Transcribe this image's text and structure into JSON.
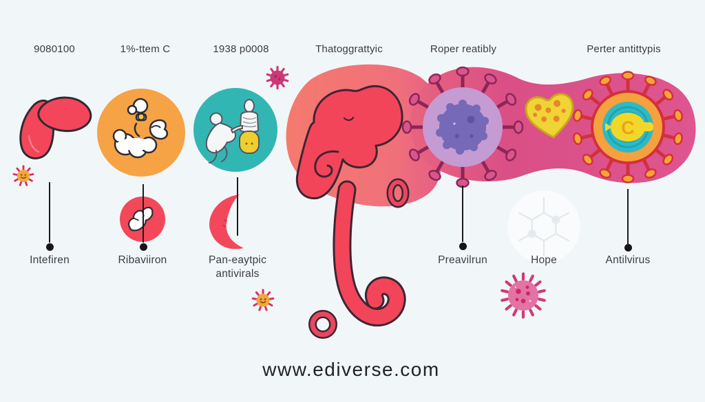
{
  "page": {
    "background": "#F1F6F8",
    "website": "www.ediverse.com"
  },
  "timeline": {
    "top_labels": [
      "9080100",
      "1%-ttem C",
      "1938 p0008",
      "Thatoggrattyic",
      "Roper reatibly",
      "Perter antittypis"
    ],
    "bottom_labels": [
      "Intefiren",
      "Ribaviiron",
      "Pan-eaytpic",
      "antivirals",
      "Preavilrun",
      "Hope",
      "Antilvirus"
    ]
  },
  "antivirus": {
    "center_letter": "C"
  },
  "icons": [
    "liver-icon",
    "smiley-virus-icon",
    "strength-cloud-icon",
    "handshake-icon",
    "patient-exam-icon",
    "crescent-icon",
    "magenta-virus-icon",
    "liver-tail-blob-icon",
    "oval-ring-icon",
    "circle-ring-icon",
    "purple-virus-icon",
    "spotted-heart-icon",
    "geodesic-sphere-icon",
    "pink-virus-icon",
    "antivirus-virus-icon"
  ],
  "colors": {
    "red": "#F2465A",
    "salmon": "#F4786D",
    "orange_circle": "#F5A345",
    "teal_circle": "#32B6B4",
    "magenta_band": "#D9518A",
    "lavender": "#C49BD3",
    "purple_virus": "#7669B7",
    "yellow": "#F3D728",
    "heart_yellow": "#F0D435",
    "outline_dark": "#2E2B33",
    "outline_maroon": "#8E2558",
    "text": "#3C3C43"
  }
}
